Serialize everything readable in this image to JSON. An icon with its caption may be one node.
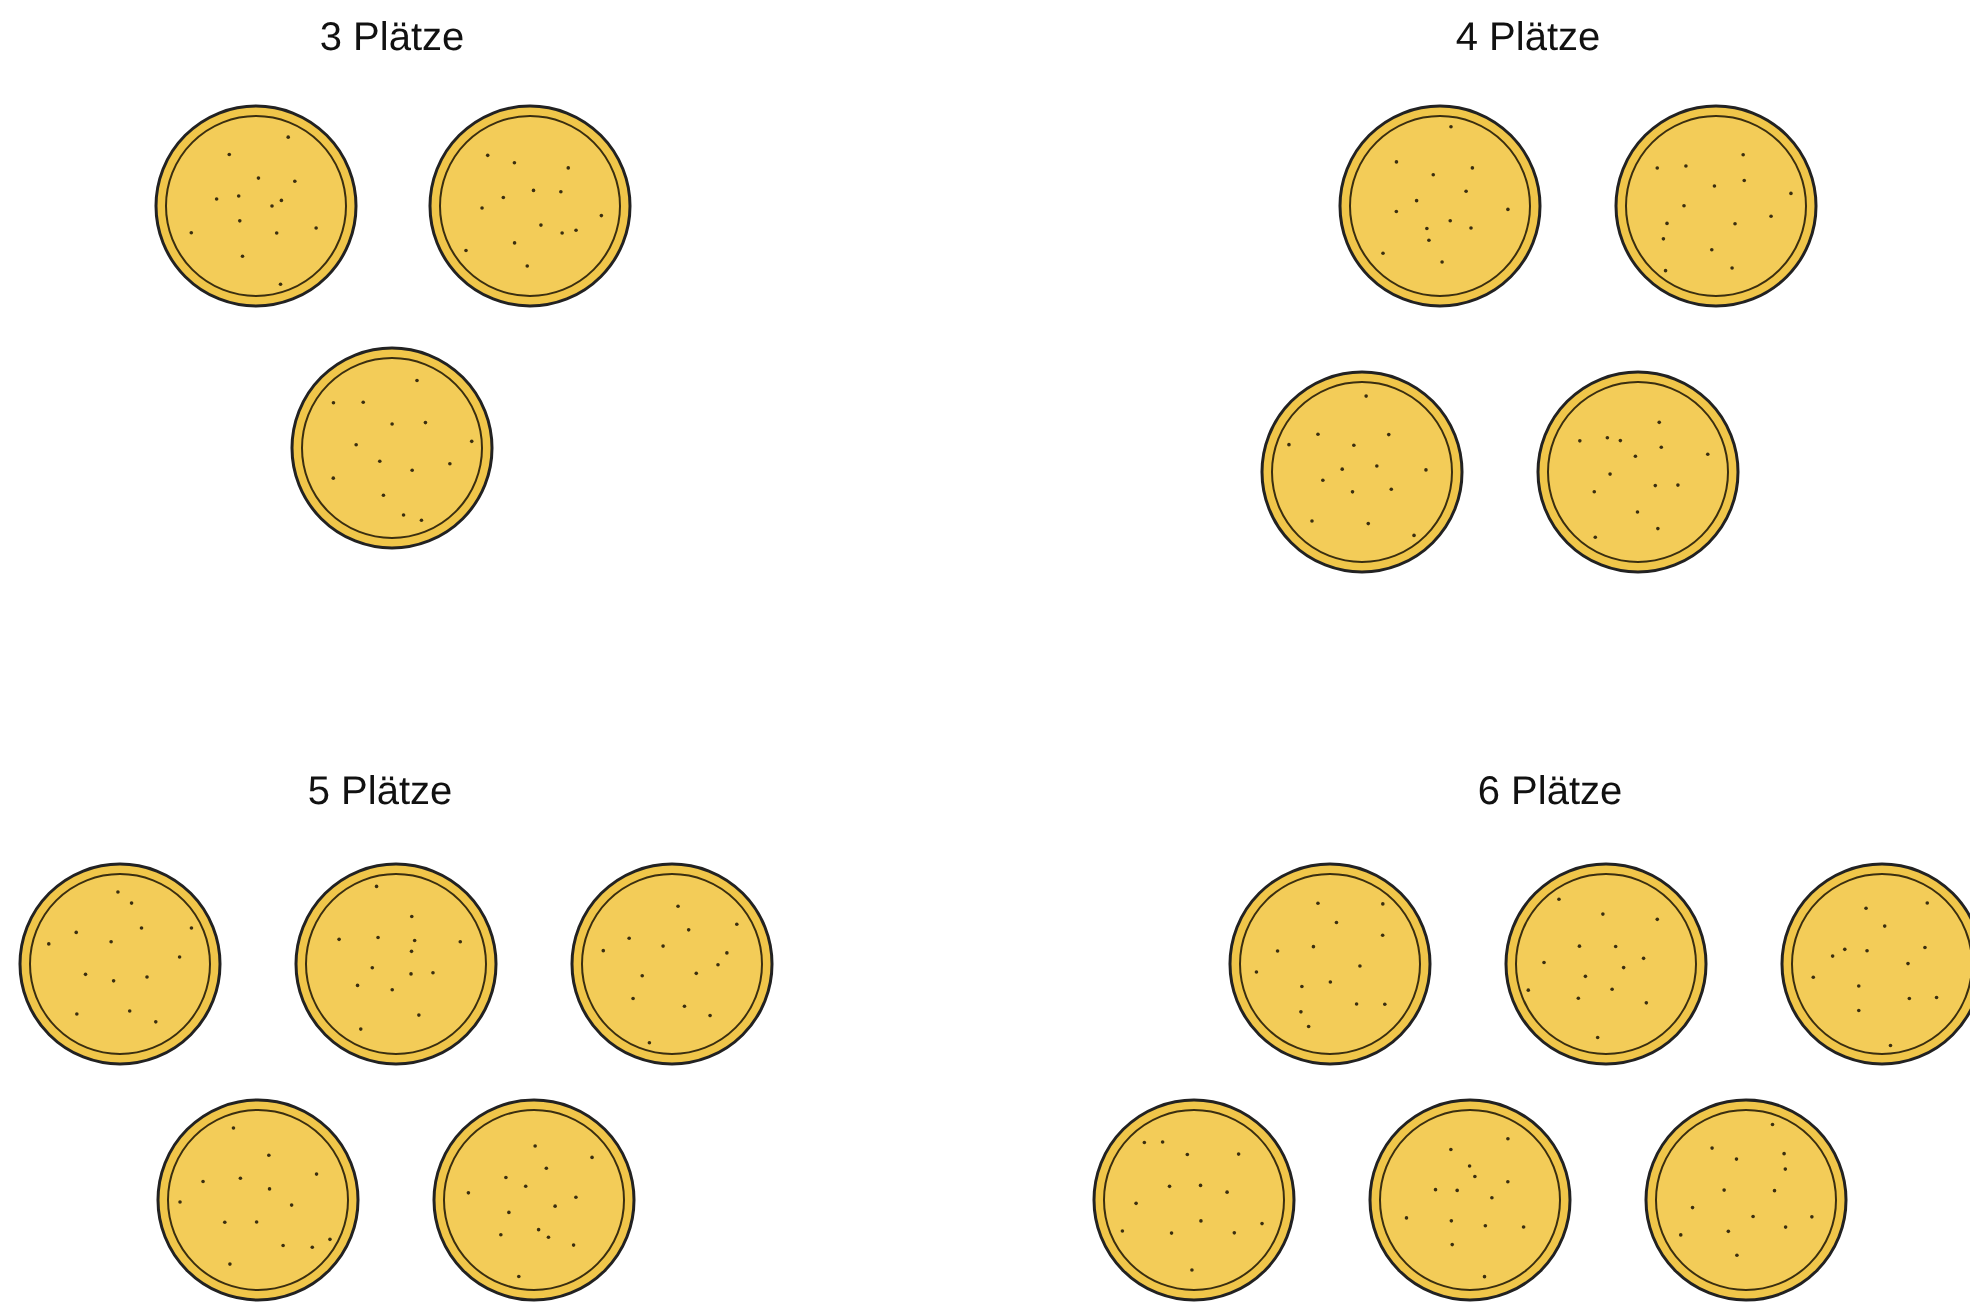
{
  "diagram": {
    "nodes": [
      {
        "text": [],
        "shape": "circle"
      },
      {
        "text": [],
        "shape": "circle"
      },
      {
        "text": [],
        "shape": "circle"
      },
      {
        "text": [],
        "shape": "circle"
      },
      {
        "text": [],
        "shape": "circle"
      },
      {
        "text": [],
        "shape": "circle"
      },
      {
        "text": [],
        "shape": "circle"
      },
      {
        "text": [],
        "shape": "circle"
      },
      {
        "text": [],
        "shape": "circle"
      },
      {
        "text": [],
        "shape": "circle"
      },
      {
        "text": [],
        "shape": "circle"
      },
      {
        "text": [],
        "shape": "circle"
      },
      {
        "text": [],
        "shape": "circle"
      },
      {
        "text": [],
        "shape": "circle"
      },
      {
        "text": [],
        "shape": "circle"
      },
      {
        "text": [],
        "shape": "circle"
      },
      {
        "text": [],
        "shape": "circle"
      },
      {
        "text": [],
        "shape": "circle"
      }
    ],
    "labels": [
      "3 Plätze",
      "4 Plätze",
      "5 Plätze",
      "6 Plätze"
    ]
  }
}
